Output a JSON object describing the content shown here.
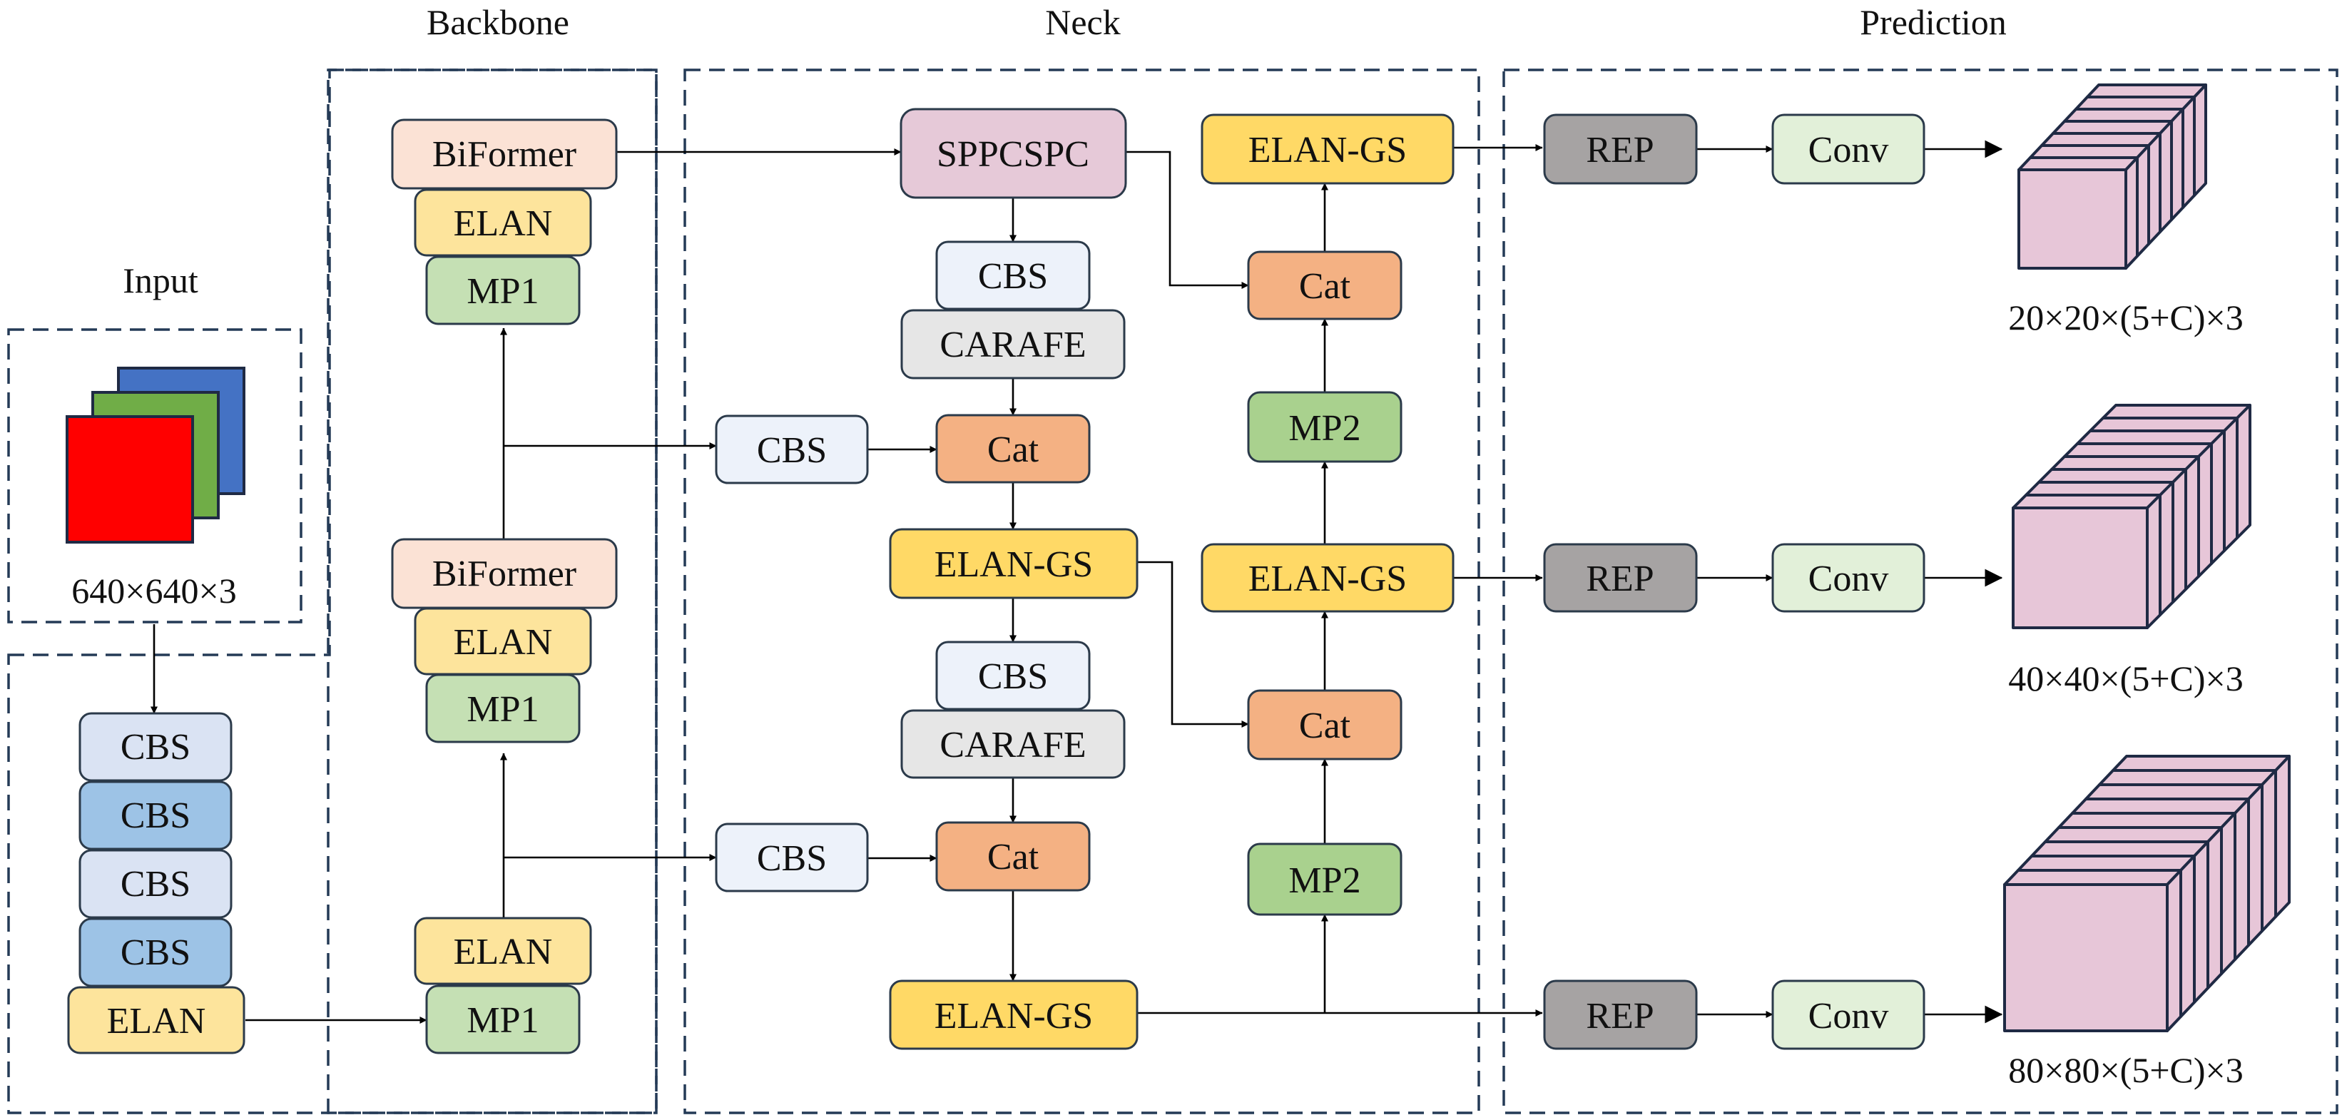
{
  "colors": {
    "biformer": "#fbe2d5",
    "elan": "#fde49c",
    "elan_gs": "#ffd966",
    "mp": "#c5e0b4",
    "cbs_light": "#dae3f3",
    "cbs_mid": "#9dc3e6",
    "cbs_neck": "#edf2fa",
    "carafe": "#e6e6e6",
    "cat": "#f4b183",
    "sppcspc": "#e6c9d8",
    "rep": "#a6a3a3",
    "conv": "#e2f0d9",
    "tensor": "#e7c6d8",
    "edge": "#1f2a44"
  },
  "regions": {
    "input": "Input",
    "backbone": "Backbone",
    "neck": "Neck",
    "prediction": "Prediction"
  },
  "input_size": "640×640×3",
  "blocks": {
    "bb_biformer1": "BiFormer",
    "bb_elan1": "ELAN",
    "bb_mp1a": "MP1",
    "bb_biformer2": "BiFormer",
    "bb_elan2": "ELAN",
    "bb_mp1b": "MP1",
    "bb_elan3": "ELAN",
    "bb_mp1c": "MP1",
    "in_cbs1": "CBS",
    "in_cbs2": "CBS",
    "in_cbs3": "CBS",
    "in_cbs4": "CBS",
    "in_elan": "ELAN",
    "nk_sppcspc": "SPPCSPC",
    "nk_cbs1": "CBS",
    "nk_carafe1": "CARAFE",
    "nk_cbs_side1": "CBS",
    "nk_cat1": "Cat",
    "nk_elangs1": "ELAN-GS",
    "nk_cbs2": "CBS",
    "nk_carafe2": "CARAFE",
    "nk_cbs_side2": "CBS",
    "nk_cat2": "Cat",
    "nk_elangs2": "ELAN-GS",
    "nk_elangs_top": "ELAN-GS",
    "nk_cat_top": "Cat",
    "nk_mp2_top": "MP2",
    "nk_elangs_mid": "ELAN-GS",
    "nk_cat_mid": "Cat",
    "nk_mp2_bot": "MP2",
    "pr_rep1": "REP",
    "pr_conv1": "Conv",
    "pr_rep2": "REP",
    "pr_conv2": "Conv",
    "pr_rep3": "REP",
    "pr_conv3": "Conv"
  },
  "outputs": {
    "out1": "20×20×(5+C)×3",
    "out2": "40×40×(5+C)×3",
    "out3": "80×80×(5+C)×3"
  }
}
